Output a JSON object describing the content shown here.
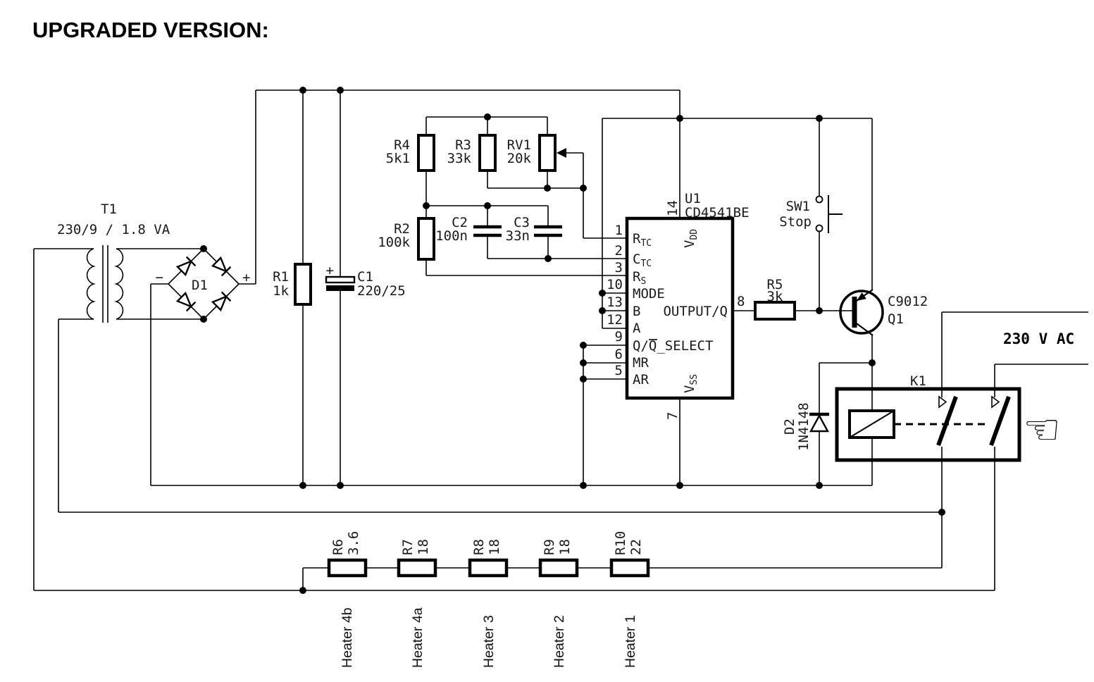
{
  "title": "UPGRADED VERSION:",
  "schematic": {
    "transformer": {
      "ref": "T1",
      "spec": "230/9 / 1.8 VA"
    },
    "bridge": {
      "ref": "D1",
      "minus": "−",
      "plus": "+"
    },
    "r1": {
      "ref": "R1",
      "value": "1k"
    },
    "c1": {
      "ref": "C1",
      "value": "220/25",
      "polarity": "+"
    },
    "r4": {
      "ref": "R4",
      "value": "5k1"
    },
    "r3": {
      "ref": "R3",
      "value": "33k"
    },
    "rv1": {
      "ref": "RV1",
      "value": "20k"
    },
    "r2": {
      "ref": "R2",
      "value": "100k"
    },
    "c2": {
      "ref": "C2",
      "value": "100n"
    },
    "c3": {
      "ref": "C3",
      "value": "33n"
    },
    "ic": {
      "ref": "U1",
      "part": "CD4541BE",
      "pins_left": [
        {
          "num": "1",
          "name": "R",
          "sub": "TC"
        },
        {
          "num": "2",
          "name": "C",
          "sub": "TC"
        },
        {
          "num": "3",
          "name": "R",
          "sub": "S"
        },
        {
          "num": "10",
          "name": "MODE",
          "sub": ""
        },
        {
          "num": "13",
          "name": "B",
          "sub": ""
        },
        {
          "num": "12",
          "name": "A",
          "sub": ""
        },
        {
          "num": "9",
          "name": "Q/Q_SELECT",
          "sub": ""
        },
        {
          "num": "6",
          "name": "MR",
          "sub": ""
        },
        {
          "num": "5",
          "name": "AR",
          "sub": ""
        }
      ],
      "pin_output": {
        "num": "8",
        "name": "OUTPUT/Q"
      },
      "pin_vdd": {
        "num": "14",
        "name": "V",
        "sub": "DD"
      },
      "pin_vss": {
        "num": "7",
        "name": "V",
        "sub": "SS"
      }
    },
    "sw1": {
      "ref": "SW1",
      "label": "Stop"
    },
    "r5": {
      "ref": "R5",
      "value": "3k"
    },
    "q1": {
      "ref": "Q1",
      "part": "C9012"
    },
    "d2": {
      "ref": "D2",
      "part": "1N4148"
    },
    "relay": {
      "ref": "K1"
    },
    "mains": {
      "label": "230 V AC"
    },
    "heater_resistors": [
      {
        "ref": "R6",
        "value": "3.6"
      },
      {
        "ref": "R7",
        "value": "18"
      },
      {
        "ref": "R8",
        "value": "18"
      },
      {
        "ref": "R9",
        "value": "18"
      },
      {
        "ref": "R10",
        "value": "22"
      }
    ],
    "heaters": [
      "Heater 4b",
      "Heater 4a",
      "Heater 3",
      "Heater 2",
      "Heater 1"
    ]
  }
}
